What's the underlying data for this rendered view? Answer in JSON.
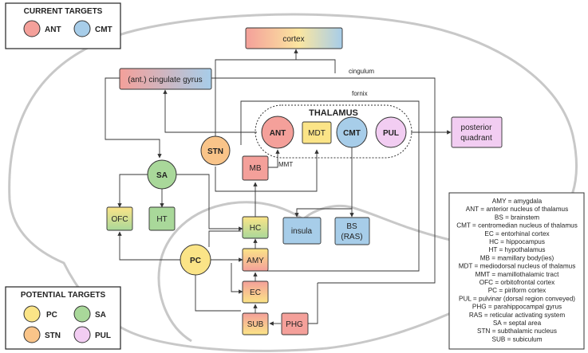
{
  "legends": {
    "current": {
      "title": "CURRENT TARGETS",
      "items": [
        {
          "label": "ANT",
          "color": "#f4a09a"
        },
        {
          "label": "CMT",
          "color": "#a7cde9"
        }
      ]
    },
    "potential": {
      "title": "POTENTIAL TARGETS",
      "items": [
        {
          "label": "PC",
          "color": "#fbe487"
        },
        {
          "label": "SA",
          "color": "#a9d89a"
        },
        {
          "label": "STN",
          "color": "#f9c489"
        },
        {
          "label": "PUL",
          "color": "#f2cdf2"
        }
      ]
    }
  },
  "regions": {
    "cortex": "cortex",
    "cingulate": "(ant.) cingulate gyrus",
    "posterior_line1": "posterior",
    "posterior_line2": "quadrant",
    "mdt": "MDT",
    "mb": "MB",
    "ofc": "OFC",
    "ht": "HT",
    "hc": "HC",
    "amy": "AMY",
    "ec": "EC",
    "sub": "SUB",
    "phg": "PHG",
    "insula": "insula",
    "bs_line1": "BS",
    "bs_line2": "(RAS)"
  },
  "nodes": {
    "ant": "ANT",
    "cmt": "CMT",
    "pul": "PUL",
    "stn": "STN",
    "sa": "SA",
    "pc": "PC"
  },
  "thalamus_title": "THALAMUS",
  "tracts": {
    "cingulum": "cingulum",
    "fornix": "fornix",
    "mmt": "MMT"
  },
  "abbreviations": [
    "AMY = amygdala",
    "ANT = anterior nucleus of thalamus",
    "BS = brainstem",
    "CMT = centromedian nucleus of thalamus",
    "EC = entorhinal cortex",
    "HC = hippocampus",
    "HT = hypothalamus",
    "MB = mamillary body(ies)",
    "MDT = mediodorsal nucleus of thalamus",
    "MMT = mamillothalamic tract",
    "OFC = orbitofrontal cortex",
    "PC = piriform cortex",
    "PUL = pulvinar (dorsal region conveyed)",
    "PHG = parahippocampal gyrus",
    "RAS = reticular activating system",
    "SA = septal area",
    "STN = subthalamic nucleus",
    "SUB = subiculum"
  ],
  "colors": {
    "ant": "#f4a09a",
    "cmt": "#a7cde9",
    "pc": "#fbe487",
    "sa": "#a9d89a",
    "stn": "#f9c489",
    "pul": "#f2cdf2",
    "mdt": "#fbe487",
    "ht": "#a9d89a",
    "insula": "#a7cde9",
    "bs": "#a7cde9",
    "mb": "#f4a09a",
    "phg": "#f4a09a",
    "brain_outline": "#c8c8c8"
  }
}
